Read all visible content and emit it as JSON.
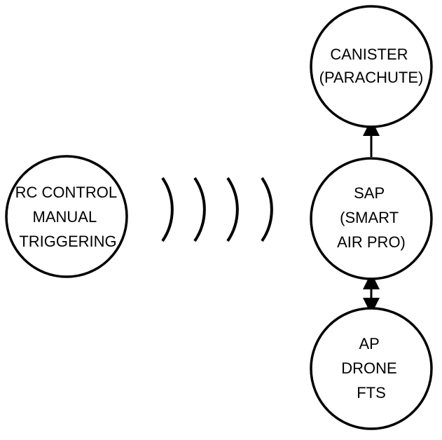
{
  "nodes": {
    "canister": {
      "lines": [
        "CANISTER",
        "(PARACHUTE)"
      ]
    },
    "sap": {
      "lines": [
        "SAP",
        "(SMART",
        "AIR PRO)"
      ]
    },
    "rc_control": {
      "lines": [
        "RC CONTROL",
        "MANUAL",
        "TRIGGERING"
      ]
    },
    "ap_drone": {
      "lines": [
        "AP",
        "DRONE",
        "FTS"
      ]
    }
  },
  "colors": {
    "stroke": "#000000",
    "background": "#ffffff"
  }
}
